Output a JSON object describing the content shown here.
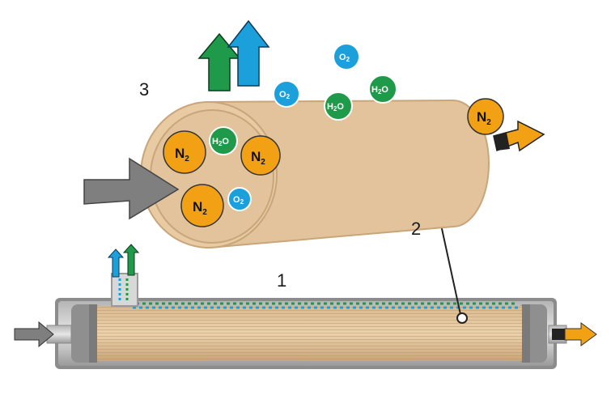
{
  "labels": {
    "one": "1",
    "two": "2",
    "three": "3"
  },
  "molecules": {
    "nitrogen": "N",
    "nitrogen_sub": "2",
    "oxygen": "O",
    "oxygen_sub": "2",
    "water_h": "H",
    "water_sub": "2",
    "water_o": "O"
  },
  "colors": {
    "fiber": "#e2c39b",
    "fiber_edge": "#c9a57a",
    "nitrogen": "#f2a114",
    "oxygen": "#1ba0dc",
    "water": "#1f9a4a",
    "feed_arrow": "#7f7f7f",
    "product_arrow": "#f2a114"
  }
}
